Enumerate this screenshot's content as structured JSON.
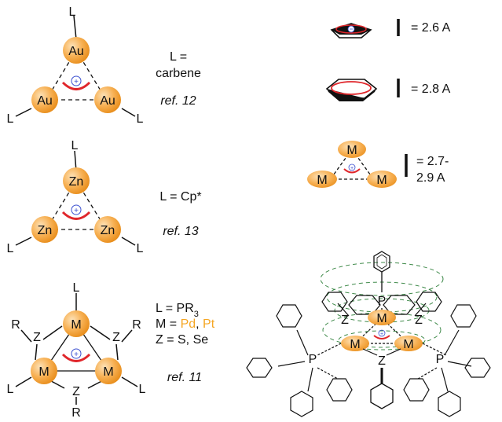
{
  "figure": {
    "colors": {
      "atom_fill": "#f5a623",
      "atom_stroke": "#e08a10",
      "arc_red": "#e0262b",
      "charge_blue": "#3a4fd0",
      "hex_red": "#e0262b",
      "dash_green": "#3f8a4a",
      "accent_orange": "#f5a623"
    },
    "panel_au": {
      "atom_label": "Au",
      "ligand": "L",
      "caption_line1": "L =",
      "caption_line2": "carbene",
      "ref": "ref. 12"
    },
    "panel_zn": {
      "atom_label": "Zn",
      "ligand": "L",
      "caption": "L = Cp*",
      "ref": "ref. 13"
    },
    "panel_m": {
      "atom_label": "M",
      "ligand": "L",
      "bridge_label": "Z",
      "substituent": "R",
      "caption_l_prefix": "L = PR",
      "caption_l_sub": "3",
      "caption_m_prefix": "M = ",
      "caption_m_pd": "Pd",
      "caption_m_sep": ", ",
      "caption_m_pt": "Pt",
      "caption_z": "Z = S, Se",
      "ref": "ref. 11"
    },
    "right_top": {
      "cp_distance": "= 2.6 A",
      "benzene_distance": "= 2.8 A",
      "m3_atom": "M",
      "m3_distance_line1": "= 2.7-",
      "m3_distance_line2": "2.9 A"
    },
    "right_bottom": {
      "p_label": "P",
      "m_label": "M",
      "z_label": "Z"
    }
  }
}
